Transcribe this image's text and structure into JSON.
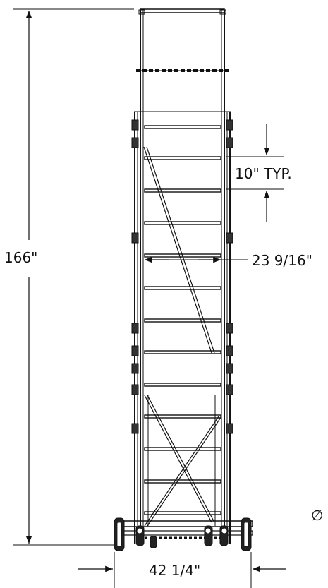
{
  "dimensions": {
    "overall_height": "166\"",
    "rung_spacing": "10\" TYP.",
    "inner_width": "23 9/16\"",
    "base_width": "42 1/4\""
  },
  "symbols": {
    "diameter": "∅"
  },
  "colors": {
    "line": "#111111",
    "background": "#ffffff"
  }
}
